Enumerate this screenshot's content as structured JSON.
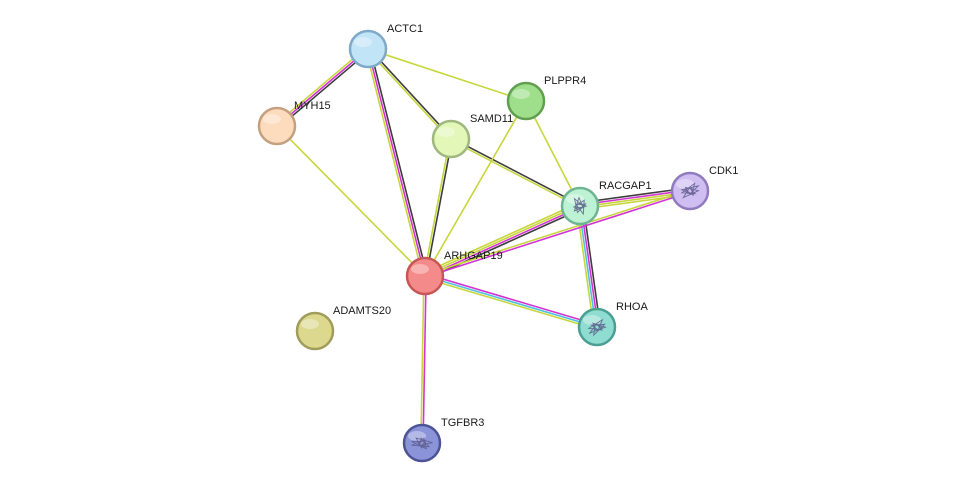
{
  "nodes": [
    {
      "id": "ACTC1",
      "label": "ACTC1",
      "color": "#c2e4f7",
      "stroke": "#7fa9c9",
      "structure": false
    },
    {
      "id": "MYH15",
      "label": "MYH15",
      "color": "#fddbbd",
      "stroke": "#c4a07f",
      "structure": false
    },
    {
      "id": "PLPPR4",
      "label": "PLPPR4",
      "color": "#9fdf8c",
      "stroke": "#5f9f4f",
      "structure": false
    },
    {
      "id": "SAMD11",
      "label": "SAMD11",
      "color": "#e2f7b8",
      "stroke": "#9fb87f",
      "structure": false
    },
    {
      "id": "RACGAP1",
      "label": "RACGAP1",
      "color": "#bdf2d4",
      "stroke": "#6fb592",
      "structure": true
    },
    {
      "id": "CDK1",
      "label": "CDK1",
      "color": "#d0bdf2",
      "stroke": "#8f7bbd",
      "structure": true
    },
    {
      "id": "ARHGAP19",
      "label": "ARHGAP19",
      "color": "#f48a8a",
      "stroke": "#c75656",
      "structure": false
    },
    {
      "id": "ADAMTS20",
      "label": "ADAMTS20",
      "color": "#dcd98f",
      "stroke": "#a09d5a",
      "structure": false
    },
    {
      "id": "RHOA",
      "label": "RHOA",
      "color": "#8fdcd0",
      "stroke": "#4b9e93",
      "structure": true
    },
    {
      "id": "TGFBR3",
      "label": "TGFBR3",
      "color": "#8c94d9",
      "stroke": "#4d5496",
      "structure": true
    }
  ],
  "edges": [
    {
      "source": "ACTC1",
      "target": "MYH15",
      "colors": [
        "#3d3d3d",
        "#d433d4",
        "#c7d63b"
      ]
    },
    {
      "source": "ACTC1",
      "target": "ARHGAP19",
      "colors": [
        "#3d3d3d",
        "#d433d4",
        "#c7d63b"
      ]
    },
    {
      "source": "ACTC1",
      "target": "SAMD11",
      "colors": [
        "#3d3d3d",
        "#c7d63b"
      ]
    },
    {
      "source": "ACTC1",
      "target": "PLPPR4",
      "colors": [
        "#c7d63b"
      ]
    },
    {
      "source": "MYH15",
      "target": "ARHGAP19",
      "colors": [
        "#c7d63b"
      ]
    },
    {
      "source": "SAMD11",
      "target": "ARHGAP19",
      "colors": [
        "#3d3d3d",
        "#c7d63b"
      ]
    },
    {
      "source": "SAMD11",
      "target": "RACGAP1",
      "colors": [
        "#3d3d3d",
        "#c7d63b"
      ]
    },
    {
      "source": "PLPPR4",
      "target": "ARHGAP19",
      "colors": [
        "#c7d63b"
      ]
    },
    {
      "source": "PLPPR4",
      "target": "RACGAP1",
      "colors": [
        "#c7d63b"
      ]
    },
    {
      "source": "RACGAP1",
      "target": "ARHGAP19",
      "colors": [
        "#3d3d3d",
        "#d433d4",
        "#c7d63b",
        "#c7d63b"
      ]
    },
    {
      "source": "RACGAP1",
      "target": "CDK1",
      "colors": [
        "#3d3d3d",
        "#d433d4",
        "#c7d63b",
        "#c7d63b"
      ]
    },
    {
      "source": "RACGAP1",
      "target": "RHOA",
      "colors": [
        "#3d3d3d",
        "#d433d4",
        "#4ec0e0",
        "#c7d63b"
      ]
    },
    {
      "source": "CDK1",
      "target": "ARHGAP19",
      "colors": [
        "#d433d4",
        "#c7d63b"
      ]
    },
    {
      "source": "ARHGAP19",
      "target": "RHOA",
      "colors": [
        "#d433d4",
        "#4ec0e0",
        "#c7d63b"
      ]
    },
    {
      "source": "ARHGAP19",
      "target": "TGFBR3",
      "colors": [
        "#d433d4",
        "#c7d63b"
      ]
    }
  ]
}
